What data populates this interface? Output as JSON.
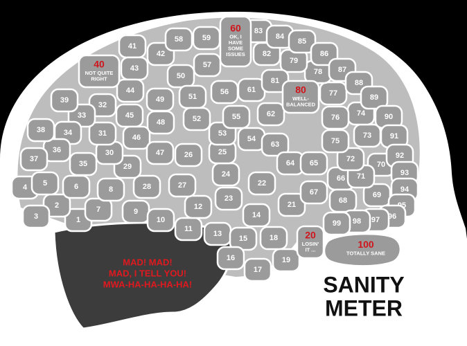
{
  "title_lines": [
    "SANITY",
    "METER"
  ],
  "mad_lines": [
    "MAD! MAD!",
    "MAD, I TELL YOU!",
    "MWA-HA-HA-HA-HA!"
  ],
  "labels": [
    {
      "n": "40",
      "caption": [
        "NOT QUITE",
        "RIGHT"
      ]
    },
    {
      "n": "60",
      "caption": [
        "OK, I",
        "HAVE",
        "SOME",
        "ISSUES"
      ]
    },
    {
      "n": "80",
      "caption": [
        "WELL-",
        "BALANCED"
      ]
    },
    {
      "n": "20",
      "caption": [
        "LOSIN'",
        "IT ..."
      ]
    },
    {
      "n": "100",
      "caption": [
        "TOTALLY SANE"
      ]
    }
  ],
  "numbers": [
    "1",
    "2",
    "3",
    "4",
    "5",
    "6",
    "7",
    "8",
    "9",
    "10",
    "11",
    "12",
    "13",
    "14",
    "15",
    "16",
    "17",
    "18",
    "19",
    "21",
    "22",
    "23",
    "24",
    "25",
    "26",
    "27",
    "28",
    "29",
    "30",
    "31",
    "32",
    "33",
    "34",
    "35",
    "36",
    "37",
    "38",
    "39",
    "41",
    "42",
    "43",
    "44",
    "45",
    "46",
    "47",
    "48",
    "49",
    "50",
    "51",
    "52",
    "53",
    "54",
    "55",
    "56",
    "57",
    "58",
    "59",
    "61",
    "62",
    "63",
    "64",
    "65",
    "66",
    "67",
    "68",
    "69",
    "70",
    "71",
    "72",
    "73",
    "74",
    "75",
    "76",
    "77",
    "78",
    "79",
    "81",
    "82",
    "83",
    "84",
    "85",
    "86",
    "87",
    "88",
    "89",
    "90",
    "91",
    "92",
    "93",
    "94",
    "95",
    "96",
    "97",
    "98",
    "99"
  ],
  "colors": {
    "background": "#000000",
    "head": "#ffffff",
    "cell": "#9b9b9b",
    "cell_border": "#ffffff",
    "mad_region": "#3c3c3c",
    "accent_red": "#d0141c"
  }
}
